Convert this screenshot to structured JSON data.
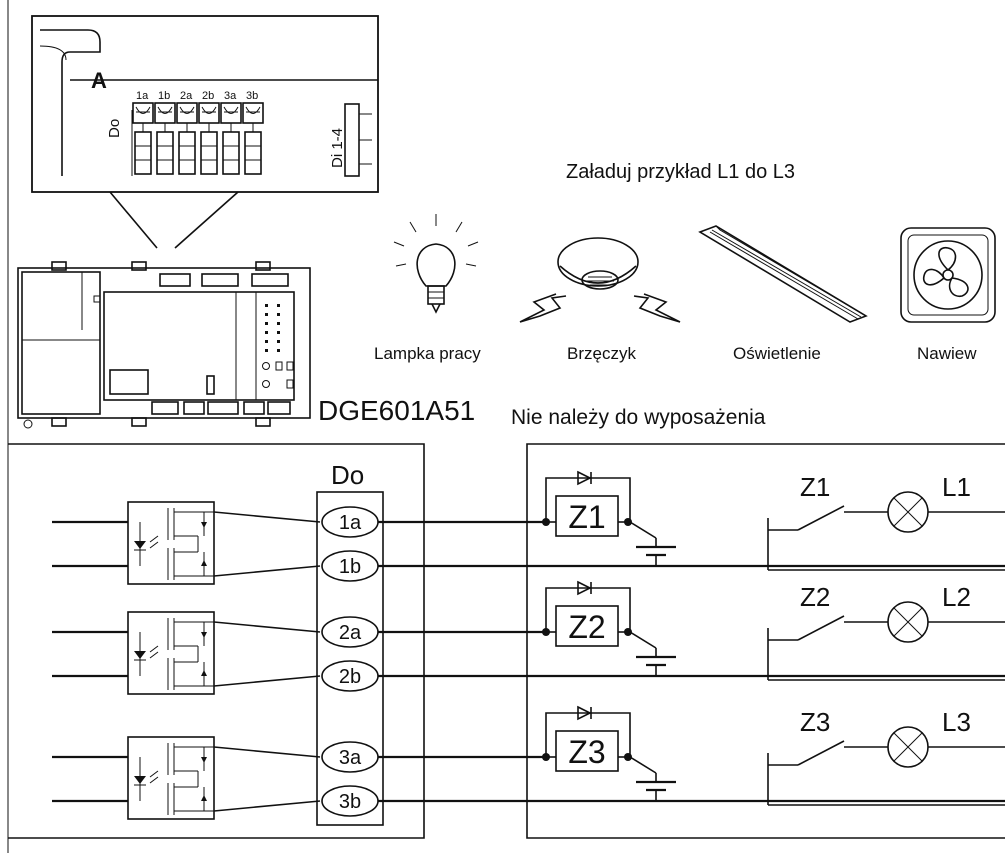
{
  "callout": {
    "letter": "A",
    "do_label": "Do",
    "di_label": "Di 1-4",
    "terminals": [
      "1a",
      "1b",
      "2a",
      "2b",
      "3a",
      "3b"
    ]
  },
  "loads": {
    "title": "Załaduj przykład L1 do L3",
    "items": [
      {
        "icon": "work-lamp-icon",
        "label": "Lampka pracy"
      },
      {
        "icon": "buzzer-icon",
        "label": "Brzęczyk"
      },
      {
        "icon": "lighting-icon",
        "label": "Oświetlenie"
      },
      {
        "icon": "fan-icon",
        "label": "Nawiew"
      }
    ]
  },
  "device": {
    "model": "DGE601A51"
  },
  "external_note": "Nie należy do wyposażenia",
  "schematic": {
    "do_header": "Do",
    "terminals": [
      "1a",
      "1b",
      "2a",
      "2b",
      "3a",
      "3b"
    ],
    "relays": [
      "Z1",
      "Z2",
      "Z3"
    ],
    "switches": [
      "Z1",
      "Z2",
      "Z3"
    ],
    "lamps": [
      "L1",
      "L2",
      "L3"
    ]
  }
}
